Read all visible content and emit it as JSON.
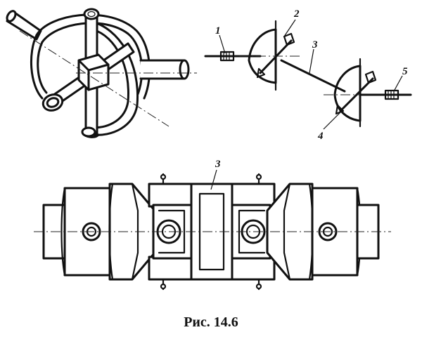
{
  "figure": {
    "caption": "Рис. 14.6",
    "schematic_labels": [
      "1",
      "2",
      "3",
      "4",
      "5"
    ],
    "assembly_label": "3"
  }
}
